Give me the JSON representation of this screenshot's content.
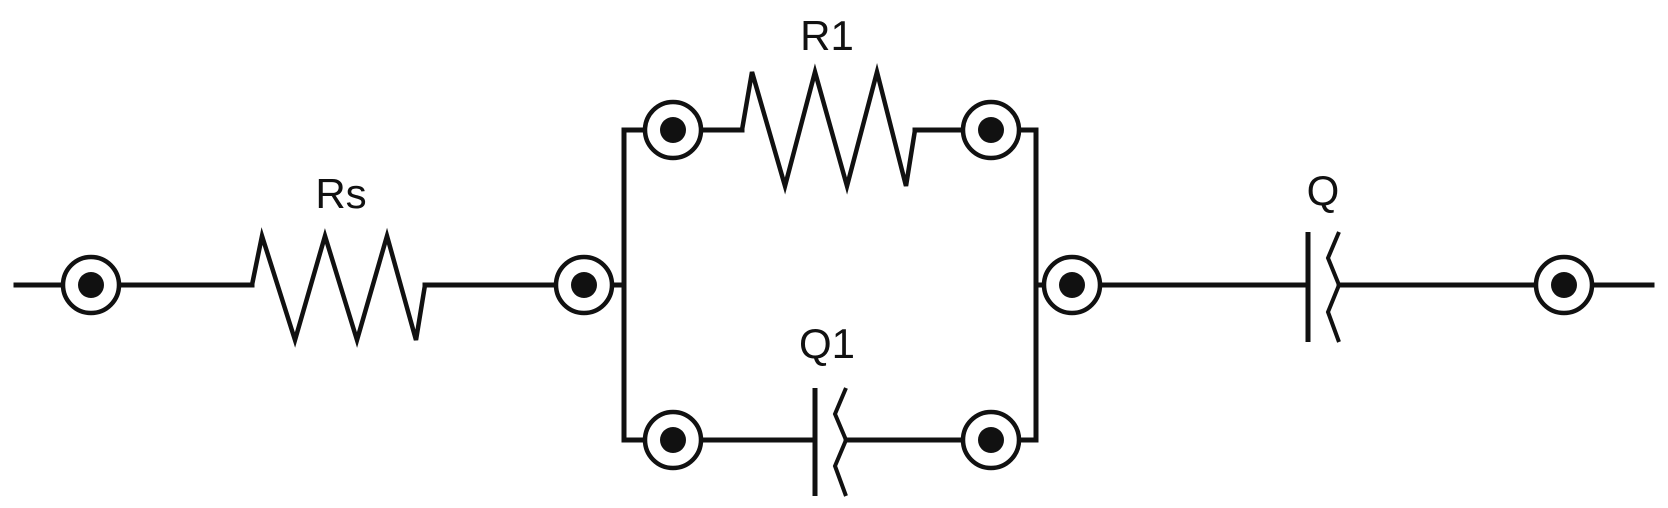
{
  "components": {
    "rs_label": "Rs",
    "r1_label": "R1",
    "q1_label": "Q1",
    "q_label": "Q"
  },
  "colors": {
    "line": "#111111",
    "background": "#ffffff"
  }
}
